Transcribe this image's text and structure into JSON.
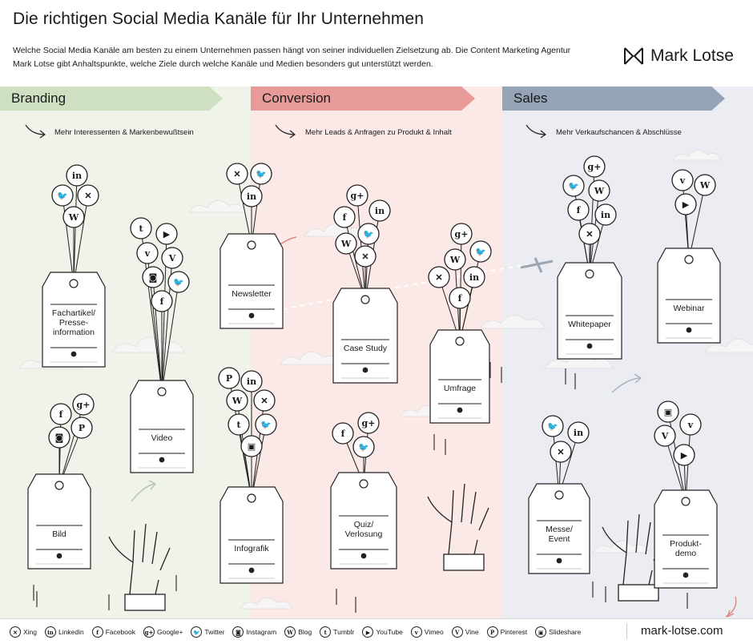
{
  "title": "Die richtigen Social Media Kanäle für Ihr Unternehmen",
  "intro": "Welche Social Media Kanäle am besten zu einem Unternehmen passen hängt von seiner individuellen Zielsetzung ab. Die Content Marketing Agentur Mark Lotse gibt Anhaltspunkte, welche Ziele durch welche Kanäle und Medien besonders gut unterstützt werden.",
  "logo": {
    "name": "Mark Lotse"
  },
  "columns": [
    {
      "label": "Branding",
      "goal": "Mehr Interessenten & Markenbewußtsein",
      "color": "#cfe0c2"
    },
    {
      "label": "Conversion",
      "goal": "Mehr Leads & Anfragen zu Produkt & Inhalt",
      "color": "#e79a98"
    },
    {
      "label": "Sales",
      "goal": "Mehr Verkaufschancen & Abschlüsse",
      "color": "#95a3b6"
    }
  ],
  "tags": [
    {
      "lines": [
        "Fachartikel/",
        "Presse-",
        "information"
      ],
      "bubbles": [
        "in",
        "tw",
        "xing",
        "W"
      ]
    },
    {
      "lines": [
        "Video"
      ],
      "bubbles": [
        "t",
        "yt",
        "vimeo",
        "vine",
        "ig",
        "tw",
        "f"
      ]
    },
    {
      "lines": [
        "Newsletter"
      ],
      "bubbles": [
        "xing",
        "tw",
        "in"
      ]
    },
    {
      "lines": [
        "Bild"
      ],
      "bubbles": [
        "g+",
        "f",
        "p",
        "ig"
      ]
    },
    {
      "lines": [
        "Infografik"
      ],
      "bubbles": [
        "p",
        "in",
        "W",
        "xing",
        "t",
        "tw",
        "ss"
      ]
    },
    {
      "lines": [
        "Case Study"
      ],
      "bubbles": [
        "g+",
        "f",
        "in",
        "W",
        "tw",
        "xing"
      ]
    },
    {
      "lines": [
        "Umfrage"
      ],
      "bubbles": [
        "g+",
        "W",
        "tw",
        "xing",
        "in",
        "f"
      ]
    },
    {
      "lines": [
        "Quiz/",
        "Verlosung"
      ],
      "bubbles": [
        "f",
        "g+",
        "tw"
      ]
    },
    {
      "lines": [
        "Whitepaper"
      ],
      "bubbles": [
        "g+",
        "tw",
        "W",
        "f",
        "in",
        "xing"
      ]
    },
    {
      "lines": [
        "Webinar"
      ],
      "bubbles": [
        "vimeo",
        "W",
        "yt"
      ]
    },
    {
      "lines": [
        "Messe/",
        "Event"
      ],
      "bubbles": [
        "tw",
        "in",
        "xing"
      ]
    },
    {
      "lines": [
        "Produkt-",
        "demo"
      ],
      "bubbles": [
        "ss",
        "vimeo",
        "vine",
        "yt"
      ]
    }
  ],
  "legend": [
    {
      "icon": "xing",
      "label": "Xing"
    },
    {
      "icon": "in",
      "label": "Linkedin"
    },
    {
      "icon": "f",
      "label": "Facebook"
    },
    {
      "icon": "g+",
      "label": "Google+"
    },
    {
      "icon": "tw",
      "label": "Twitter"
    },
    {
      "icon": "ig",
      "label": "Instagram"
    },
    {
      "icon": "W",
      "label": "Blog"
    },
    {
      "icon": "t",
      "label": "Tumblr"
    },
    {
      "icon": "yt",
      "label": "YouTube"
    },
    {
      "icon": "vimeo",
      "label": "Vimeo"
    },
    {
      "icon": "vine",
      "label": "Vine"
    },
    {
      "icon": "p",
      "label": "Pinterest"
    },
    {
      "icon": "ss",
      "label": "Slideshare"
    }
  ],
  "url": "mark-lotse.com"
}
